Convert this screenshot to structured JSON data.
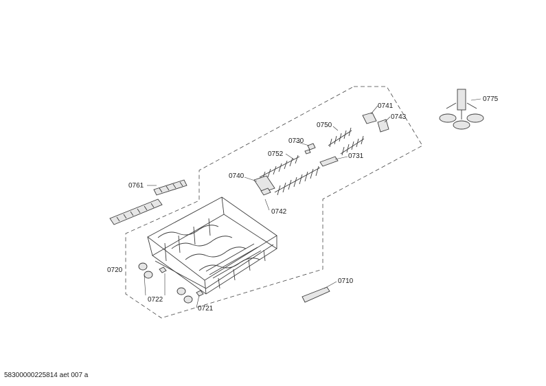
{
  "diagram": {
    "labels": {
      "p0710": "0710",
      "p0720": "0720",
      "p0721": "0721",
      "p0722": "0722",
      "p0730": "0730",
      "p0731": "0731",
      "p0740": "0740",
      "p0741": "0741",
      "p0742": "0742",
      "p0743": "0743",
      "p0750": "0750",
      "p0752": "0752",
      "p0761": "0761",
      "p0775": "0775"
    },
    "footer_code": "58300000225814 aet 007 a"
  }
}
